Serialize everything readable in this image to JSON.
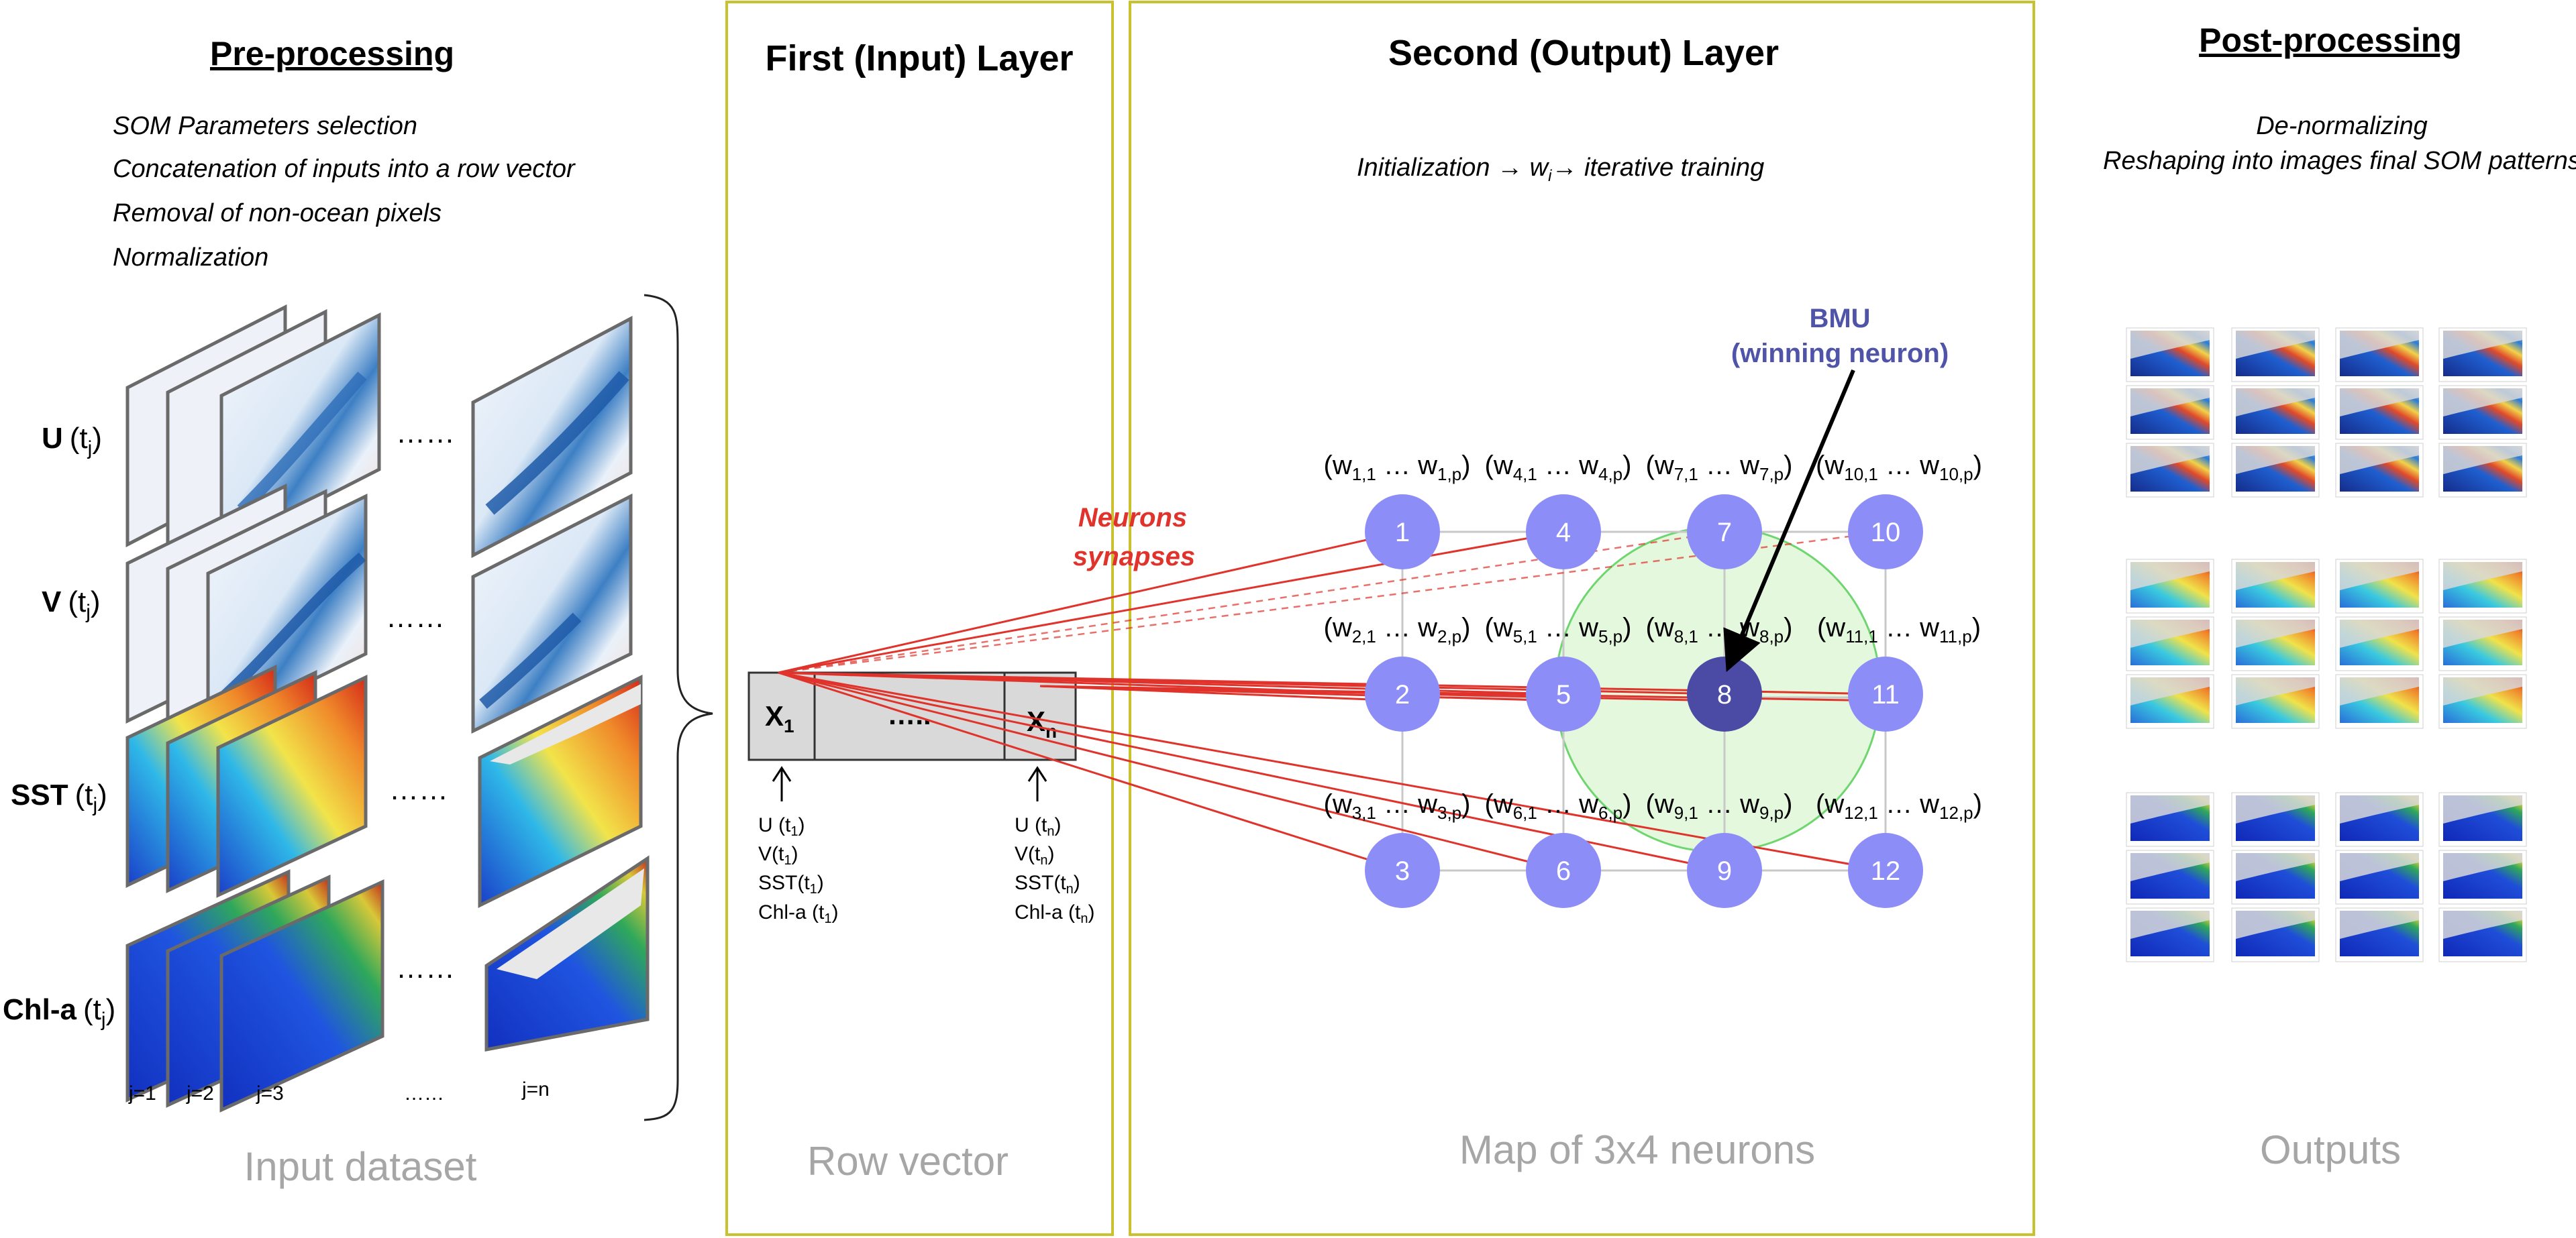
{
  "preprocessing": {
    "title": "Pre-processing",
    "steps": [
      "SOM Parameters selection",
      "Concatenation of inputs into a row vector",
      "Removal of non-ocean pixels",
      "Normalization"
    ],
    "variables": [
      {
        "name": "U",
        "arg": "(t",
        "sub": "j",
        "close": ")"
      },
      {
        "name": "V",
        "arg": "(t",
        "sub": "j",
        "close": ")"
      },
      {
        "name": "SST",
        "arg": "(t",
        "sub": "j",
        "close": ")"
      },
      {
        "name": "Chl-a",
        "arg": "(t",
        "sub": "j",
        "close": ")"
      }
    ],
    "ellipsis": "……",
    "j_labels": [
      "j=1",
      "j=2",
      "j=3",
      "……",
      "j=n"
    ],
    "footer": "Input dataset"
  },
  "input_layer": {
    "title": "First (Input) Layer",
    "cell_first": {
      "main": "X",
      "sub": "1"
    },
    "cell_mid": "…..",
    "cell_last": {
      "main": "X",
      "sub": "n"
    },
    "first_list": [
      {
        "pre": "U (t",
        "sub": "1",
        "post": ")"
      },
      {
        "pre": "V(t",
        "sub": "1",
        "post": ")"
      },
      {
        "pre": "SST(t",
        "sub": "1",
        "post": ")"
      },
      {
        "pre": "Chl-a (t",
        "sub": "1",
        "post": ")"
      }
    ],
    "last_list": [
      {
        "pre": "U (t",
        "sub": "n",
        "post": ")"
      },
      {
        "pre": "V(t",
        "sub": "n",
        "post": ")"
      },
      {
        "pre": "SST(t",
        "sub": "n",
        "post": ")"
      },
      {
        "pre": "Chl-a (t",
        "sub": "n",
        "post": ")"
      }
    ],
    "footer": "Row vector"
  },
  "synapses_label": [
    "Neurons",
    "synapses"
  ],
  "output_layer": {
    "title": "Second (Output) Layer",
    "subtitle_parts": [
      "Initialization ",
      "→",
      " w",
      "i",
      "→",
      " iterative training"
    ],
    "bmu_label": [
      "BMU",
      "(winning neuron)"
    ],
    "neurons": [
      {
        "id": "1",
        "w": [
          "(w",
          "1,1",
          " … w",
          "1,p",
          ")"
        ]
      },
      {
        "id": "4",
        "w": [
          "(w",
          "4,1",
          " … w",
          "4,p",
          ")"
        ]
      },
      {
        "id": "7",
        "w": [
          "(w",
          "7,1",
          " … w",
          "7,p",
          ")"
        ]
      },
      {
        "id": "10",
        "w": [
          "(w",
          "10,1",
          " … w",
          "10,p",
          ")"
        ]
      },
      {
        "id": "2",
        "w": [
          "(w",
          "2,1",
          " … w",
          "2,p",
          ")"
        ]
      },
      {
        "id": "5",
        "w": [
          "(w",
          "5,1",
          " … w",
          "5,p",
          ")"
        ]
      },
      {
        "id": "8",
        "w": [
          "(w",
          "8,1",
          " … w",
          "8,p",
          ")"
        ]
      },
      {
        "id": "11",
        "w": [
          "(w",
          "11,1",
          " … w",
          "11,p",
          ")"
        ]
      },
      {
        "id": "3",
        "w": [
          "(w",
          "3,1",
          " … w",
          "3,p",
          ")"
        ]
      },
      {
        "id": "6",
        "w": [
          "(w",
          "6,1",
          " … w",
          "6,p",
          ")"
        ]
      },
      {
        "id": "9",
        "w": [
          "(w",
          "9,1",
          " … w",
          "9,p",
          ")"
        ]
      },
      {
        "id": "12",
        "w": [
          "(w",
          "12,1",
          " … w",
          "12,p",
          ")"
        ]
      }
    ],
    "winning_neuron": "8",
    "footer": "Map of 3x4 neurons"
  },
  "postprocessing": {
    "title": "Post-processing",
    "steps": [
      "De-normalizing",
      "Reshaping into images final SOM patterns"
    ],
    "footer": "Outputs"
  },
  "colors": {
    "panel_border": "#c9c22e",
    "neuron": "#8d8df7",
    "bmu": "#4b4ba6",
    "bmu_label": "#4f54a8",
    "synapse": "#e0332b",
    "neighborhood": "#d9f5cf",
    "neighborhood_edge": "#6fd66f",
    "footer_gray": "#a6a6a6"
  }
}
